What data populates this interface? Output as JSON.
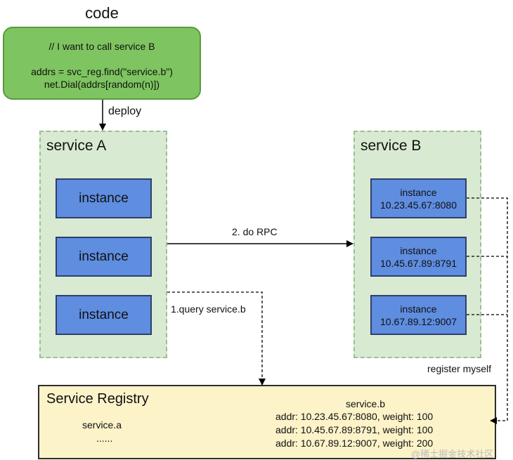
{
  "code": {
    "title": "code",
    "lines": [
      "// I want to call service B",
      "",
      "addrs = svc_reg.find(\"service.b\")",
      "net.Dial(addrs[random(n)])"
    ]
  },
  "labels": {
    "deploy": "deploy",
    "do_rpc": "2. do RPC",
    "query": "1.query service.b",
    "register": "register myself"
  },
  "service_a": {
    "title": "service A",
    "instances": [
      "instance",
      "instance",
      "instance"
    ]
  },
  "service_b": {
    "title": "service B",
    "instances": [
      {
        "name": "instance",
        "addr": "10.23.45.67:8080"
      },
      {
        "name": "instance",
        "addr": "10.45.67.89:8791"
      },
      {
        "name": "instance",
        "addr": "10.67.89.12:9007"
      }
    ]
  },
  "registry": {
    "title": "Service Registry",
    "service_a": "service.a",
    "ellipsis": "......",
    "service_b": "service.b",
    "entries": [
      "addr: 10.23.45.67:8080, weight: 100",
      "addr: 10.45.67.89:8791, weight: 100",
      "addr: 10.67.89.12:9007, weight: 200"
    ]
  },
  "watermark": "@稀土掘金技术社区"
}
